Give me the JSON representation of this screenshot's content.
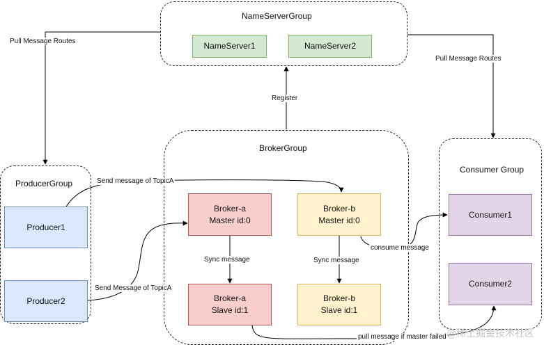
{
  "groups": {
    "nameserver": "NameServerGroup",
    "broker": "BrokerGroup",
    "producer": "ProducerGroup",
    "consumer": "Consumer Group"
  },
  "nodes": {
    "nameserver1": "NameServer1",
    "nameserver2": "NameServer2",
    "producer1": "Producer1",
    "producer2": "Producer2",
    "broker_a_master": [
      "Broker-a",
      "Master id:0"
    ],
    "broker_b_master": [
      "Broker-b",
      "Master id:0"
    ],
    "broker_a_slave": [
      "Broker-a",
      "Slave id:1"
    ],
    "broker_b_slave": [
      "Broker-b",
      "Slave id:1"
    ],
    "consumer1": "Consumer1",
    "consumer2": "Consumer2"
  },
  "edges": {
    "pull_routes_left": "Pull Message Routes",
    "pull_routes_right": "Pull Message Routes",
    "register": "Register",
    "send_topic_top": "Send message of TopicA",
    "send_topic_bottom": "Send Message of TopicA",
    "sync_a": "Sync message",
    "sync_b": "Sync message",
    "consume": "consume message",
    "pull_if_failed": "pull message if master failed"
  },
  "colors": {
    "nameserver_fill": "#d5e8d4",
    "nameserver_stroke": "#82b366",
    "producer_fill": "#dae8fc",
    "producer_stroke": "#6c8ebf",
    "broker_master_a_fill": "#f8cecc",
    "broker_master_a_stroke": "#b85450",
    "broker_master_b_fill": "#fff2cc",
    "broker_master_b_stroke": "#d6b656",
    "consumer_fill": "#e1d5e7",
    "consumer_stroke": "#9673a6"
  },
  "watermark": "@稀土掘金技术社区"
}
